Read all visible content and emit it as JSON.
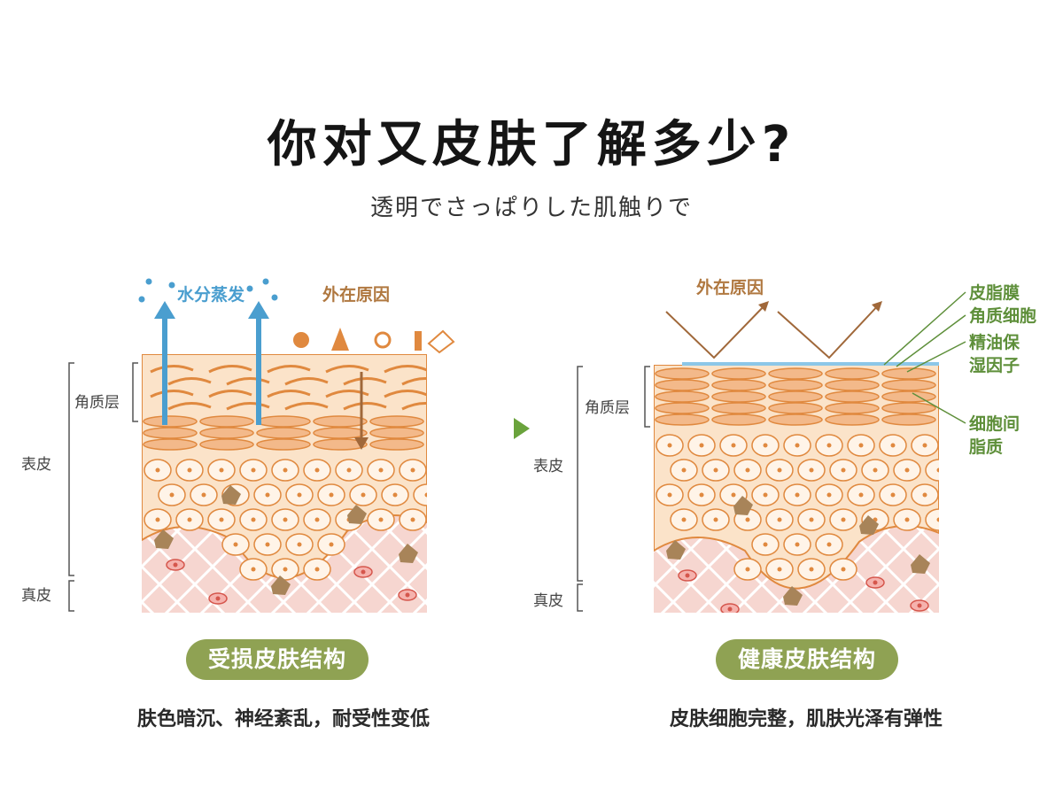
{
  "header": {
    "title": "你对又皮肤了解多少?",
    "subtitle": "透明でさっぱりした肌触りで"
  },
  "left_panel": {
    "water_label": "水分蒸发",
    "external_label": "外在原因",
    "layer_stratum": "角质层",
    "layer_epidermis": "表皮",
    "layer_dermis": "真皮",
    "badge": "受损皮肤结构",
    "caption": "肤色暗沉、神经紊乱，耐受性变低"
  },
  "right_panel": {
    "external_label": "外在原因",
    "layer_stratum": "角质层",
    "layer_epidermis": "表皮",
    "layer_dermis": "真皮",
    "note_sebum": "皮脂膜",
    "note_corneocyte": "角质细胞",
    "note_nmf_1": "精油保",
    "note_nmf_2": "湿因子",
    "note_lipid_1": "细胞间",
    "note_lipid_2": "脂质",
    "badge": "健康皮肤结构",
    "caption": "皮肤细胞完整，肌肤光泽有弹性"
  },
  "colors": {
    "skin_orange": "#f3b98a",
    "cell_stroke": "#e0893f",
    "dermis_pink": "#f6d6d0",
    "badge_green": "#8fa253",
    "label_green": "#5e8f3a",
    "arrow_blue": "#4a9ecf",
    "arrow_brown": "#a0683a"
  }
}
